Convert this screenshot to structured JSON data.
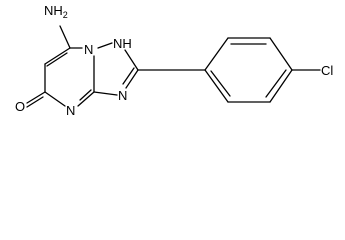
{
  "molecule": {
    "labels": {
      "nh2": "NH2",
      "nh": "NH",
      "n_bridge": "N",
      "n_lower": "N",
      "n_triazole": "N",
      "o": "O",
      "cl": "Cl"
    }
  }
}
